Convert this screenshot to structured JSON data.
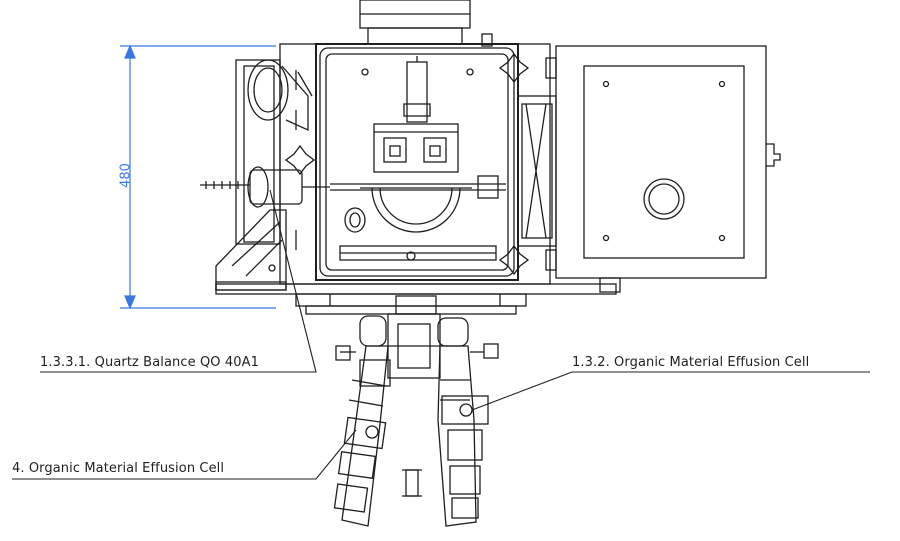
{
  "dimension": {
    "value": "480",
    "color": "#3a78e0"
  },
  "callouts": {
    "quartz_balance": "1.3.3.1. Quartz Balance QO 40A1",
    "effusion_cell_right": "1.3.2. Organic Material Effusion Cell",
    "effusion_cell_left": "4. Organic Material Effusion Cell"
  },
  "colors": {
    "line": "#1f1f1f",
    "dimension": "#3a78e0",
    "background": "#ffffff"
  }
}
